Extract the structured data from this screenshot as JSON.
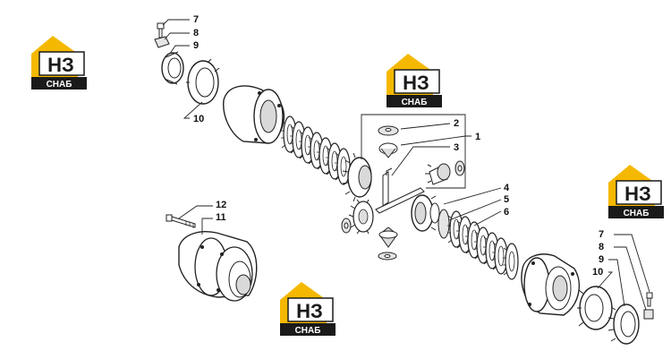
{
  "diagram": {
    "callouts": {
      "c1": "1",
      "c2": "2",
      "c3": "3",
      "c4": "4",
      "c5": "5",
      "c6": "6",
      "c7_left": "7",
      "c8_left": "8",
      "c9_left": "9",
      "c10_left": "10",
      "c11": "11",
      "c12": "12",
      "c7_right": "7",
      "c8_right": "8",
      "c9_right": "9",
      "c10_right": "10"
    }
  },
  "watermark": {
    "logo_letters": "НЗ",
    "logo_word": "СНАБ",
    "colors": {
      "gold": "#F5B800",
      "dark": "#1a1a1a"
    }
  },
  "colors": {
    "line": "#222222",
    "fill": "#ffffff",
    "shade": "#cfcfcf"
  }
}
